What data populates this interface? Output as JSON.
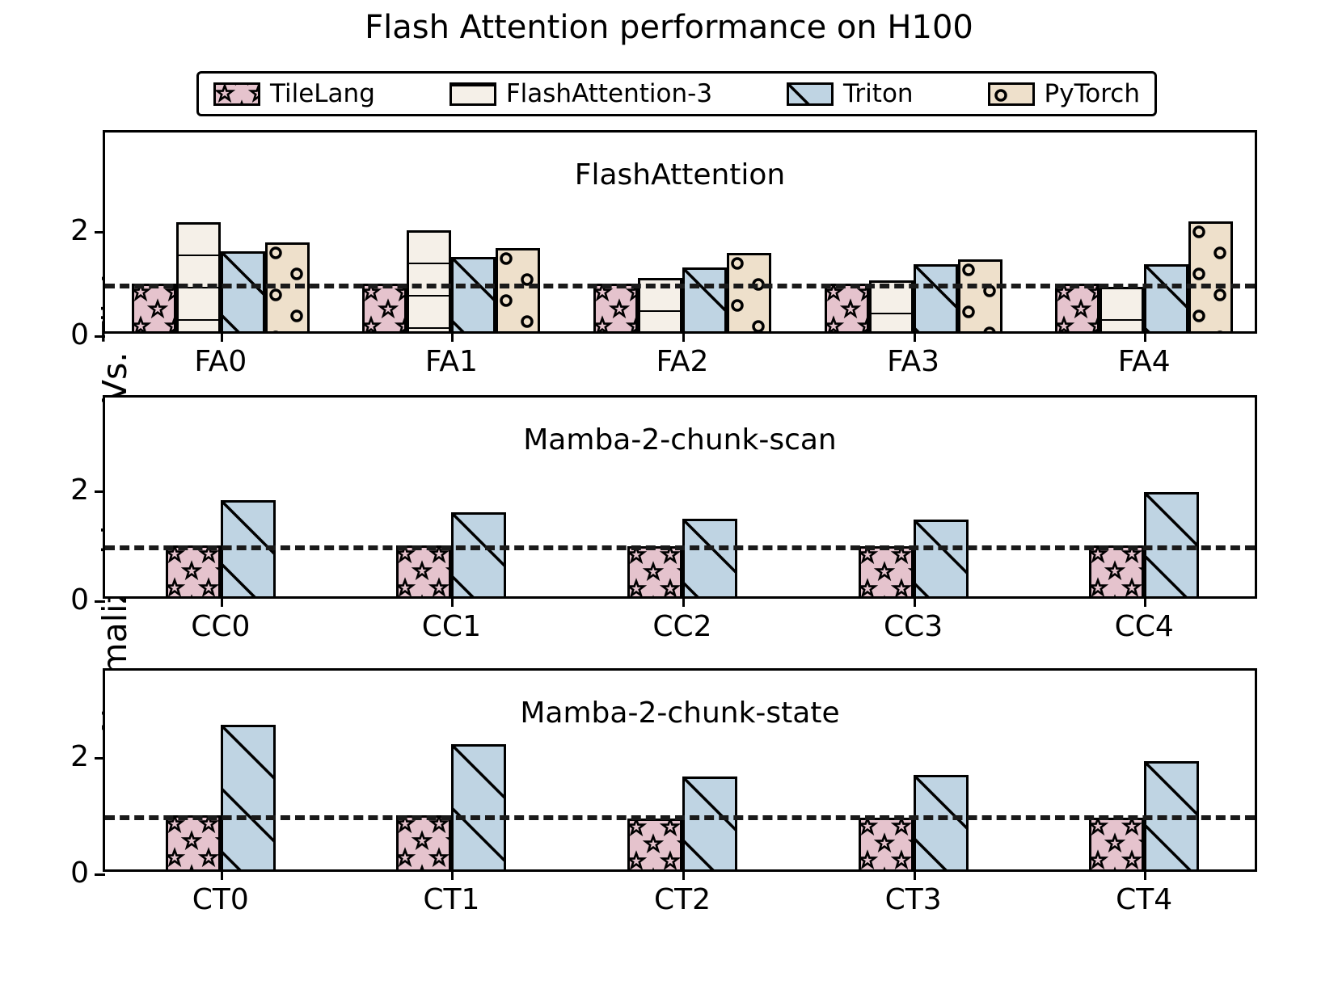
{
  "figure": {
    "title": "Flash Attention performance on H100",
    "ylabel": "Normalized latency Vs. TileLang"
  },
  "legend": {
    "entries": [
      {
        "label": "TileLang",
        "color": "#e5c3cd",
        "hatch": "star"
      },
      {
        "label": "FlashAttention-3",
        "color": "#f5f0e8",
        "hatch": "hline"
      },
      {
        "label": "Triton",
        "color": "#bfd4e3",
        "hatch": "diag"
      },
      {
        "label": "PyTorch",
        "color": "#eee0cb",
        "hatch": "circle"
      }
    ]
  },
  "colors": {
    "tilelang": "#e5c3cd",
    "flashattention3": "#f5f0e8",
    "triton": "#bfd4e3",
    "pytorch": "#eee0cb",
    "edge": "#000000",
    "reference_line": "#1a1a1a"
  },
  "chart_data": [
    {
      "type": "bar",
      "title": "FlashAttention",
      "categories": [
        "FA0",
        "FA1",
        "FA2",
        "FA3",
        "FA4"
      ],
      "series": [
        {
          "name": "TileLang",
          "values": [
            1.0,
            1.0,
            1.0,
            1.0,
            1.0
          ]
        },
        {
          "name": "FlashAttention-3",
          "values": [
            2.17,
            2.02,
            1.1,
            1.05,
            0.93
          ]
        },
        {
          "name": "Triton",
          "values": [
            1.62,
            1.51,
            1.3,
            1.37,
            1.37
          ]
        },
        {
          "name": "PyTorch",
          "values": [
            1.79,
            1.67,
            1.58,
            1.46,
            2.18
          ]
        }
      ],
      "ylabel": "",
      "xlabel": "",
      "ylim": [
        0,
        2.85
      ],
      "yticks": [
        0,
        2
      ],
      "reference_line": 1.0,
      "grid": false,
      "legend_position": "figure-top"
    },
    {
      "type": "bar",
      "title": "Mamba-2-chunk-scan",
      "categories": [
        "CC0",
        "CC1",
        "CC2",
        "CC3",
        "CC4"
      ],
      "series": [
        {
          "name": "TileLang",
          "values": [
            1.0,
            1.0,
            0.99,
            0.99,
            1.0
          ]
        },
        {
          "name": "Triton",
          "values": [
            1.83,
            1.6,
            1.48,
            1.47,
            1.97
          ]
        }
      ],
      "ylabel": "",
      "xlabel": "",
      "ylim": [
        0,
        3.15
      ],
      "yticks": [
        0,
        2
      ],
      "reference_line": 1.0,
      "grid": false,
      "legend_position": "figure-top"
    },
    {
      "type": "bar",
      "title": "Mamba-2-chunk-state",
      "categories": [
        "CT0",
        "CT1",
        "CT2",
        "CT3",
        "CT4"
      ],
      "series": [
        {
          "name": "TileLang",
          "values": [
            1.0,
            1.0,
            0.94,
            0.96,
            0.96
          ]
        },
        {
          "name": "Triton",
          "values": [
            2.56,
            2.22,
            1.67,
            1.7,
            1.93
          ]
        }
      ],
      "ylabel": "",
      "xlabel": "",
      "ylim": [
        0,
        2.98
      ],
      "yticks": [
        0,
        2
      ],
      "reference_line": 1.0,
      "grid": false,
      "legend_position": "figure-top"
    }
  ]
}
